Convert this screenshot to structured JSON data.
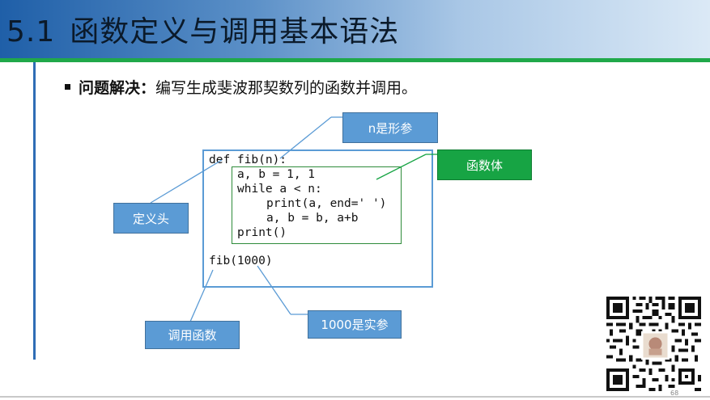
{
  "header": {
    "section_number": "5.1",
    "title": "函数定义与调用基本语法"
  },
  "bullet": {
    "label": "问题解决：",
    "text": "编写生成斐波那契数列的函数并调用。"
  },
  "code": {
    "lines": [
      "def fib(n):",
      "a, b = 1, 1",
      "while a < n:",
      "print(a, end=' ')",
      "a, b = b, a+b",
      "print()",
      "fib(1000)"
    ]
  },
  "callouts": {
    "formal_param": "n是形参",
    "function_body": "函数体",
    "definition_head": "定义头",
    "call_function": "调用函数",
    "actual_param": "1000是实参"
  },
  "colors": {
    "header_dark": "#1f5fa8",
    "green_accent": "#20a84a",
    "callout_blue": "#5b9bd5",
    "callout_green": "#17a444"
  },
  "footer": {
    "page_number": "68"
  }
}
